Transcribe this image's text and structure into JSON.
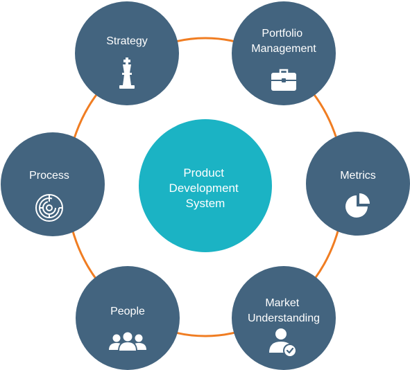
{
  "diagram": {
    "center": {
      "lines": [
        "Product",
        "Development",
        "System"
      ],
      "color": "#1bb3c4"
    },
    "ring_color": "#f07d22",
    "node_color": "#43647f",
    "icon_color": "#ffffff",
    "nodes": [
      {
        "id": "strategy",
        "lines": [
          "Strategy"
        ],
        "icon": "chess-king-icon"
      },
      {
        "id": "portfolio-management",
        "lines": [
          "Portfolio",
          "Management"
        ],
        "icon": "briefcase-icon"
      },
      {
        "id": "metrics",
        "lines": [
          "Metrics"
        ],
        "icon": "pie-chart-icon"
      },
      {
        "id": "market-understanding",
        "lines": [
          "Market",
          "Understanding"
        ],
        "icon": "user-check-icon"
      },
      {
        "id": "people",
        "lines": [
          "People"
        ],
        "icon": "people-group-icon"
      },
      {
        "id": "process",
        "lines": [
          "Process"
        ],
        "icon": "maze-icon"
      }
    ]
  }
}
